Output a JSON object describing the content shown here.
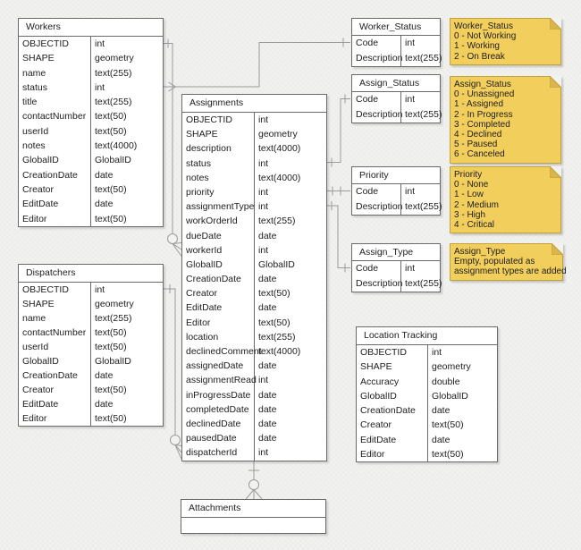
{
  "diagram": {
    "tables": [
      {
        "id": "workers",
        "title": "Workers",
        "rows": [
          [
            "OBJECTID",
            "int"
          ],
          [
            "SHAPE",
            "geometry"
          ],
          [
            "name",
            "text(255)"
          ],
          [
            "status",
            "int"
          ],
          [
            "title",
            "text(255)"
          ],
          [
            "contactNumber",
            "text(50)"
          ],
          [
            "userId",
            "text(50)"
          ],
          [
            "notes",
            "text(4000)"
          ],
          [
            "GlobalID",
            "GlobalID"
          ],
          [
            "CreationDate",
            "date"
          ],
          [
            "Creator",
            "text(50)"
          ],
          [
            "EditDate",
            "date"
          ],
          [
            "Editor",
            "text(50)"
          ]
        ]
      },
      {
        "id": "assignments",
        "title": "Assignments",
        "rows": [
          [
            "OBJECTID",
            "int"
          ],
          [
            "SHAPE",
            "geometry"
          ],
          [
            "description",
            "text(4000)"
          ],
          [
            "status",
            "int"
          ],
          [
            "notes",
            "text(4000)"
          ],
          [
            "priority",
            "int"
          ],
          [
            "assignmentType",
            "int"
          ],
          [
            "workOrderId",
            "text(255)"
          ],
          [
            "dueDate",
            "date"
          ],
          [
            "workerId",
            "int"
          ],
          [
            "GlobalID",
            "GlobalID"
          ],
          [
            "CreationDate",
            "date"
          ],
          [
            "Creator",
            "text(50)"
          ],
          [
            "EditDate",
            "date"
          ],
          [
            "Editor",
            "text(50)"
          ],
          [
            "location",
            "text(255)"
          ],
          [
            "declinedComment",
            "text(4000)"
          ],
          [
            "assignedDate",
            "date"
          ],
          [
            "assignmentRead",
            "int"
          ],
          [
            "inProgressDate",
            "date"
          ],
          [
            "completedDate",
            "date"
          ],
          [
            "declinedDate",
            "date"
          ],
          [
            "pausedDate",
            "date"
          ],
          [
            "dispatcherId",
            "int"
          ]
        ]
      },
      {
        "id": "dispatchers",
        "title": "Dispatchers",
        "rows": [
          [
            "OBJECTID",
            "int"
          ],
          [
            "SHAPE",
            "geometry"
          ],
          [
            "name",
            "text(255)"
          ],
          [
            "contactNumber",
            "text(50)"
          ],
          [
            "userId",
            "text(50)"
          ],
          [
            "GlobalID",
            "GlobalID"
          ],
          [
            "CreationDate",
            "date"
          ],
          [
            "Creator",
            "text(50)"
          ],
          [
            "EditDate",
            "date"
          ],
          [
            "Editor",
            "text(50)"
          ]
        ]
      },
      {
        "id": "worker_status",
        "title": "Worker_Status",
        "rows": [
          [
            "Code",
            "int"
          ],
          [
            "Description",
            "text(255)"
          ]
        ]
      },
      {
        "id": "assign_status",
        "title": "Assign_Status",
        "rows": [
          [
            "Code",
            "int"
          ],
          [
            "Description",
            "text(255)"
          ]
        ]
      },
      {
        "id": "priority",
        "title": "Priority",
        "rows": [
          [
            "Code",
            "int"
          ],
          [
            "Description",
            "text(255)"
          ]
        ]
      },
      {
        "id": "assign_type",
        "title": "Assign_Type",
        "rows": [
          [
            "Code",
            "int"
          ],
          [
            "Description",
            "text(255)"
          ]
        ]
      },
      {
        "id": "location_tracking",
        "title": "Location Tracking",
        "rows": [
          [
            "OBJECTID",
            "int"
          ],
          [
            "SHAPE",
            "geometry"
          ],
          [
            "Accuracy",
            "double"
          ],
          [
            "GlobalID",
            "GlobalID"
          ],
          [
            "CreationDate",
            "date"
          ],
          [
            "Creator",
            "text(50)"
          ],
          [
            "EditDate",
            "date"
          ],
          [
            "Editor",
            "text(50)"
          ]
        ]
      },
      {
        "id": "attachments",
        "title": "Attachments",
        "rows": [
          [
            "",
            ""
          ]
        ]
      }
    ],
    "notes": [
      {
        "id": "worker_status_note",
        "lines": [
          "Worker_Status",
          "0 - Not Working",
          "1 - Working",
          "2 - On Break"
        ]
      },
      {
        "id": "assign_status_note",
        "lines": [
          "Assign_Status",
          "0 - Unassigned",
          "1 - Assigned",
          "2 - In Progress",
          "3 - Completed",
          "4 - Declined",
          "5 - Paused",
          "6 - Canceled"
        ]
      },
      {
        "id": "priority_note",
        "lines": [
          "Priority",
          "0 - None",
          "1 - Low",
          "2 - Medium",
          "3 - High",
          "4 - Critical"
        ]
      },
      {
        "id": "assign_type_note",
        "lines": [
          "Assign_Type",
          "Empty, populated as",
          "assignment types are added"
        ]
      }
    ],
    "connectors": [
      {
        "id": "workers-assignments",
        "from": "Workers : OBJECTID",
        "to": "Assignments : workerId",
        "from_marker": "one-tick",
        "to_marker": "zero-or-many"
      },
      {
        "id": "workers-worker-status",
        "from": "Workers : status",
        "to": "Worker_Status : Code",
        "from_marker": "many-arrow",
        "to_marker": "one-tick"
      },
      {
        "id": "dispatchers-assignments",
        "from": "Dispatchers : OBJECTID",
        "to": "Assignments : dispatcherId",
        "from_marker": "one-tick",
        "to_marker": "zero-or-many"
      },
      {
        "id": "assignments-assign-status",
        "from": "Assignments : status",
        "to": "Assign_Status : Code",
        "from_marker": "one-tick",
        "to_marker": "one-tick"
      },
      {
        "id": "assignments-priority",
        "from": "Assignments : priority",
        "to": "Priority : Code",
        "from_marker": "one-tick",
        "to_marker": "one-tick"
      },
      {
        "id": "assignments-assign-type",
        "from": "Assignments : assignmentType",
        "to": "Assign_Type : Code",
        "from_marker": "one-tick",
        "to_marker": "one-tick"
      },
      {
        "id": "assignments-attachments",
        "from": "Assignments",
        "to": "Attachments",
        "from_marker": "one-tick",
        "to_marker": "zero-or-many"
      }
    ],
    "colors": {
      "background": "#f2f2f0",
      "table_fill": "#ffffff",
      "table_border": "#6a6a6a",
      "connector": "#9b9b9b",
      "note_fill": "#F2CF5C",
      "note_border": "#BFA33C",
      "note_fold": "#D9B54B"
    }
  }
}
